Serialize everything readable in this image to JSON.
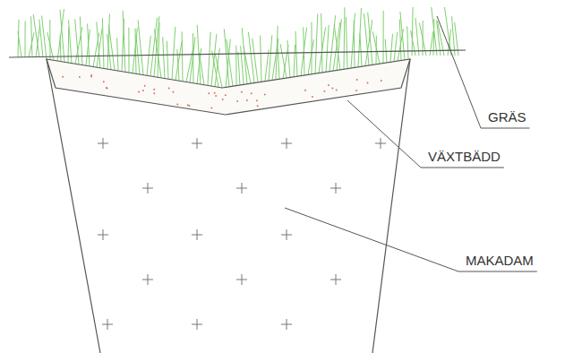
{
  "diagram": {
    "labels": [
      "GRÄS",
      "VÄXTBÄDD",
      "MAKADAM"
    ]
  }
}
